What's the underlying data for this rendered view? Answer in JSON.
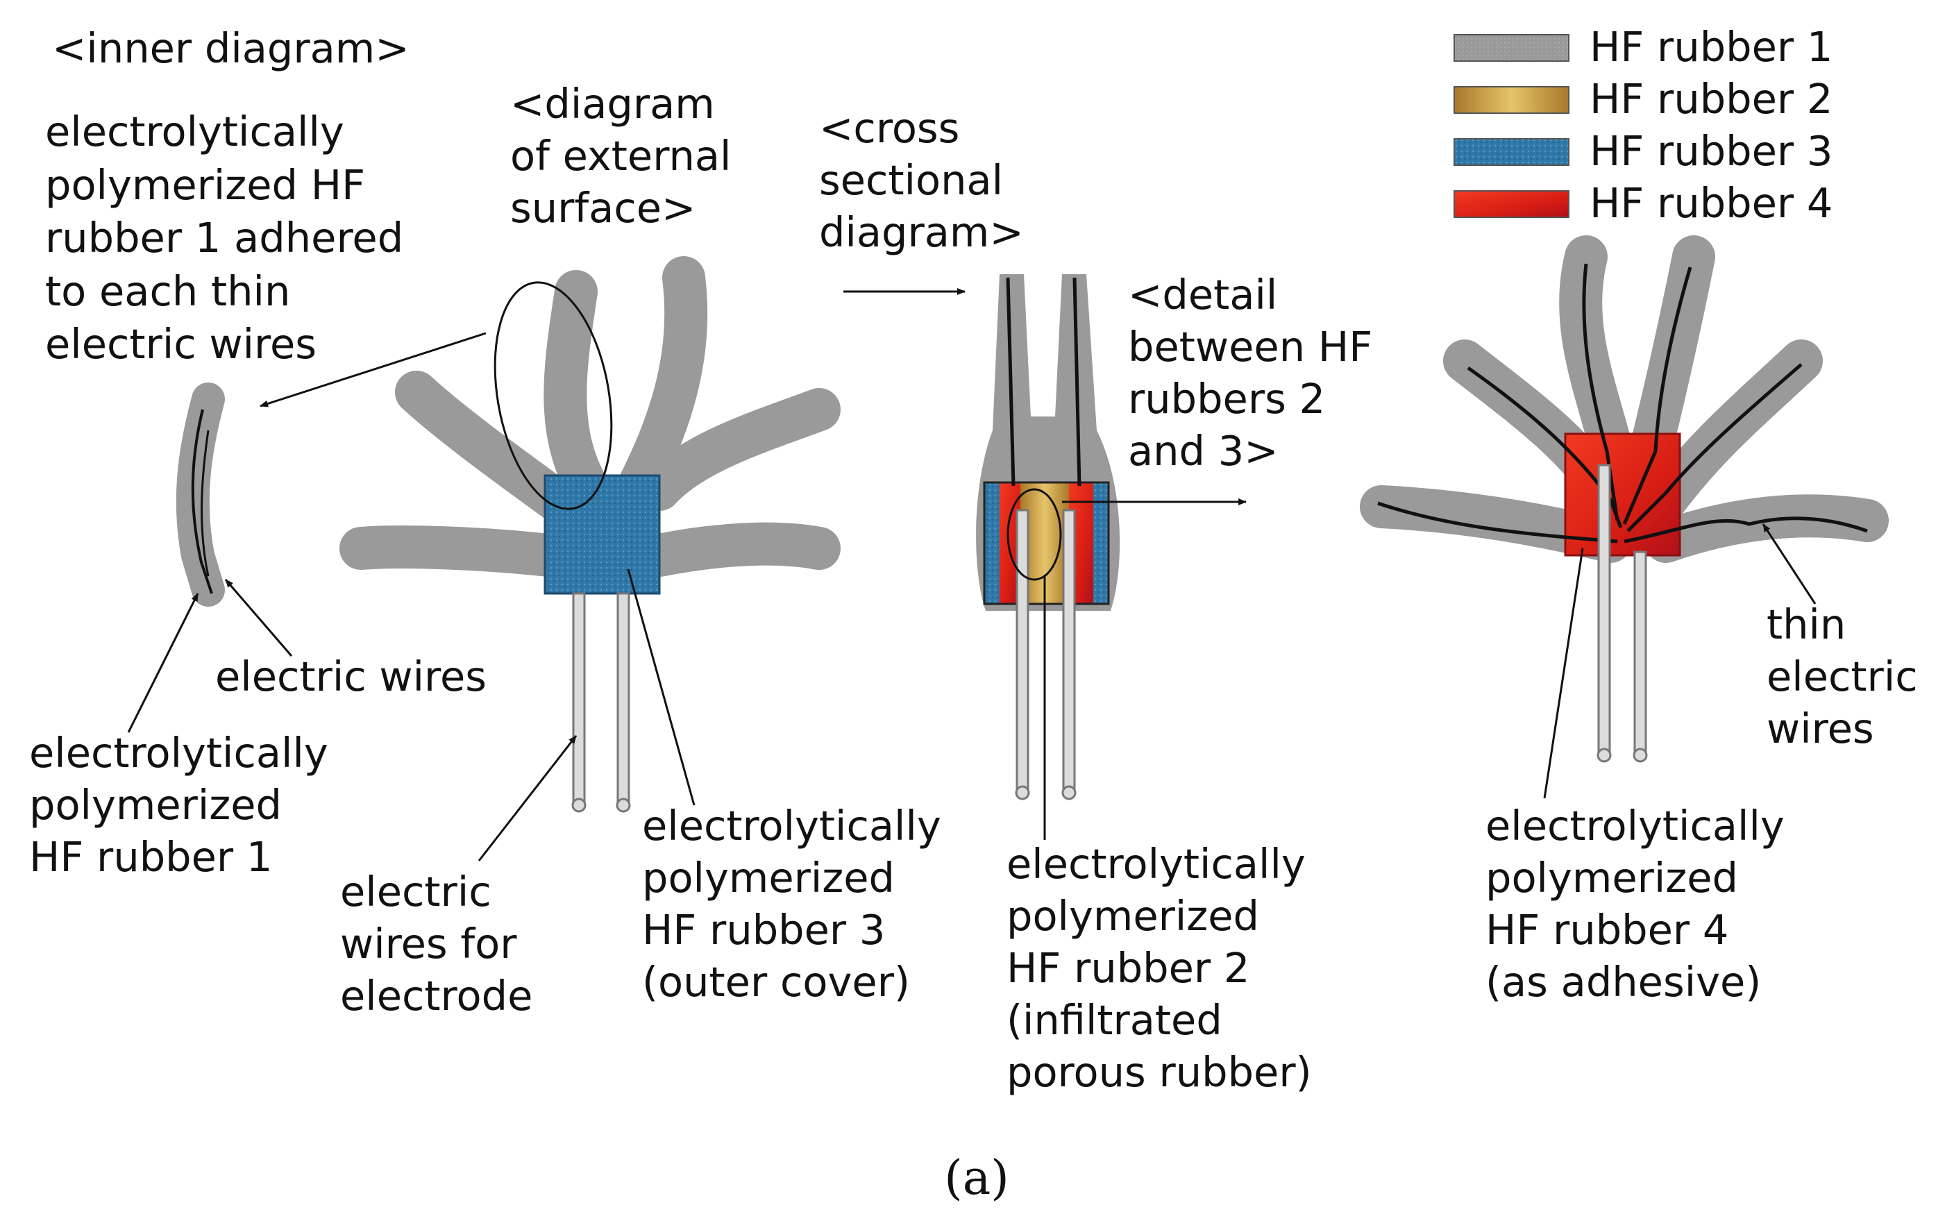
{
  "legend": [
    {
      "label": "HF rubber 1",
      "color": "#9a9a9a"
    },
    {
      "label": "HF rubber 2",
      "color": "#c99a3a"
    },
    {
      "label": "HF rubber 3",
      "color": "#2f78a8"
    },
    {
      "label": "HF rubber 4",
      "color": "#e52a1a"
    }
  ],
  "inner": {
    "title": "<inner diagram>",
    "adhered_label": [
      "electrolytically",
      "polymerized HF",
      "rubber 1 adhered",
      "to each thin",
      "electric wires"
    ],
    "wires_label": "electric wires",
    "hf1_label": [
      "electrolytically",
      "polymerized",
      "HF rubber 1"
    ]
  },
  "external": {
    "title": [
      "<diagram",
      "of external",
      "surface>"
    ],
    "electrode_label": [
      "electric",
      "wires for",
      "electrode"
    ],
    "hf3_label": [
      "electrolytically",
      "polymerized",
      "HF rubber 3",
      "(outer cover)"
    ]
  },
  "cross": {
    "title": [
      "<cross",
      "sectional",
      "diagram>"
    ],
    "detail_label": [
      "<detail",
      "between HF",
      "rubbers 2",
      "and 3>"
    ],
    "hf2_label": [
      "electrolytically",
      "polymerized",
      "HF rubber 2",
      "(infiltrated",
      "porous rubber)"
    ]
  },
  "assembled": {
    "thin_label": [
      "thin",
      "electric",
      "wires"
    ],
    "hf4_label": [
      "electrolytically",
      "polymerized",
      "HF rubber 4",
      "(as adhesive)"
    ]
  },
  "caption": "(a)",
  "colors": {
    "rubber1": "#9a9a9a",
    "rubber2": "#c99a3a",
    "rubber3": "#2f78a8",
    "rubber4": "#e52a1a",
    "wire": "#111111"
  }
}
